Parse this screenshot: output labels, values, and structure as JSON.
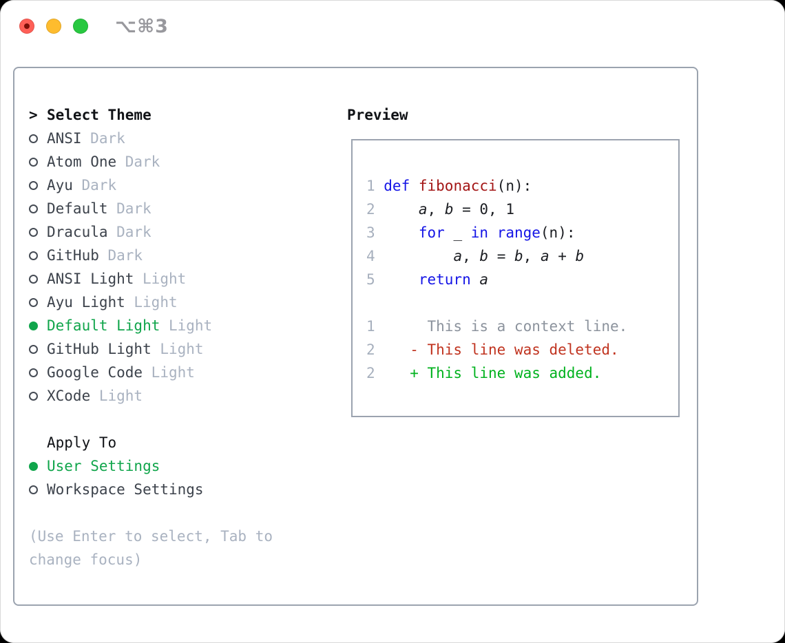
{
  "window": {
    "title": "⌥⌘3"
  },
  "theme_picker": {
    "prompt_marker": ">",
    "title": "Select Theme",
    "items": [
      {
        "name": "ANSI",
        "variant": "Dark",
        "selected": false
      },
      {
        "name": "Atom One",
        "variant": "Dark",
        "selected": false
      },
      {
        "name": "Ayu",
        "variant": "Dark",
        "selected": false
      },
      {
        "name": "Default",
        "variant": "Dark",
        "selected": false
      },
      {
        "name": "Dracula",
        "variant": "Dark",
        "selected": false
      },
      {
        "name": "GitHub",
        "variant": "Dark",
        "selected": false
      },
      {
        "name": "ANSI Light",
        "variant": "Light",
        "selected": false
      },
      {
        "name": "Ayu Light",
        "variant": "Light",
        "selected": false
      },
      {
        "name": "Default Light",
        "variant": "Light",
        "selected": true
      },
      {
        "name": "GitHub Light",
        "variant": "Light",
        "selected": false
      },
      {
        "name": "Google Code",
        "variant": "Light",
        "selected": false
      },
      {
        "name": "XCode",
        "variant": "Light",
        "selected": false
      }
    ]
  },
  "apply_to": {
    "title": "Apply To",
    "options": [
      {
        "label": "User Settings",
        "selected": true
      },
      {
        "label": "Workspace Settings",
        "selected": false
      }
    ]
  },
  "hint": {
    "lines": [
      "(Use Enter to select, Tab to",
      "change focus)"
    ]
  },
  "preview": {
    "title": "Preview",
    "code_lines": [
      {
        "num": "1",
        "tokens": [
          [
            "def",
            "kw"
          ],
          [
            " ",
            "pl"
          ],
          [
            "fibonacci",
            "fn"
          ],
          [
            "(n):",
            "pl"
          ]
        ]
      },
      {
        "num": "2",
        "tokens": [
          [
            "    ",
            "pl"
          ],
          [
            "a",
            "var"
          ],
          [
            ", ",
            "pl"
          ],
          [
            "b",
            "var"
          ],
          [
            " = 0, 1",
            "pl"
          ]
        ]
      },
      {
        "num": "3",
        "tokens": [
          [
            "    ",
            "pl"
          ],
          [
            "for",
            "kw"
          ],
          [
            " _ ",
            "pl"
          ],
          [
            "in",
            "kw"
          ],
          [
            " ",
            "pl"
          ],
          [
            "range",
            "kw"
          ],
          [
            "(n):",
            "pl"
          ]
        ]
      },
      {
        "num": "4",
        "tokens": [
          [
            "        ",
            "pl"
          ],
          [
            "a",
            "var"
          ],
          [
            ", ",
            "pl"
          ],
          [
            "b",
            "var"
          ],
          [
            " = ",
            "pl"
          ],
          [
            "b",
            "var"
          ],
          [
            ", ",
            "pl"
          ],
          [
            "a",
            "var"
          ],
          [
            " + ",
            "pl"
          ],
          [
            "b",
            "var"
          ]
        ]
      },
      {
        "num": "5",
        "tokens": [
          [
            "    ",
            "pl"
          ],
          [
            "return",
            "kw"
          ],
          [
            " ",
            "pl"
          ],
          [
            "a",
            "var"
          ]
        ]
      }
    ],
    "diff_lines": [
      {
        "num": "1",
        "tokens": [
          [
            "     This is a context line.",
            "ctx"
          ]
        ]
      },
      {
        "num": "2",
        "tokens": [
          [
            "   - This line was deleted.",
            "del"
          ]
        ]
      },
      {
        "num": "2",
        "tokens": [
          [
            "   + This line was added.",
            "add"
          ]
        ]
      }
    ]
  },
  "colors": {
    "kw": "#1414e6",
    "fn": "#a31515",
    "pl": "#1b1d22",
    "ctx": "#8c939d",
    "del": "#c0331f",
    "add": "#00b21e",
    "selected": "#10a54b",
    "dim": "#a9b2c0",
    "text": "#3c424b",
    "border": "#9ba3af",
    "lnum": "#a6afbd",
    "titlecolor": "#98989d",
    "light-red": "#ff5f57",
    "light-yellow": "#febc2e",
    "light-green": "#28c840"
  }
}
